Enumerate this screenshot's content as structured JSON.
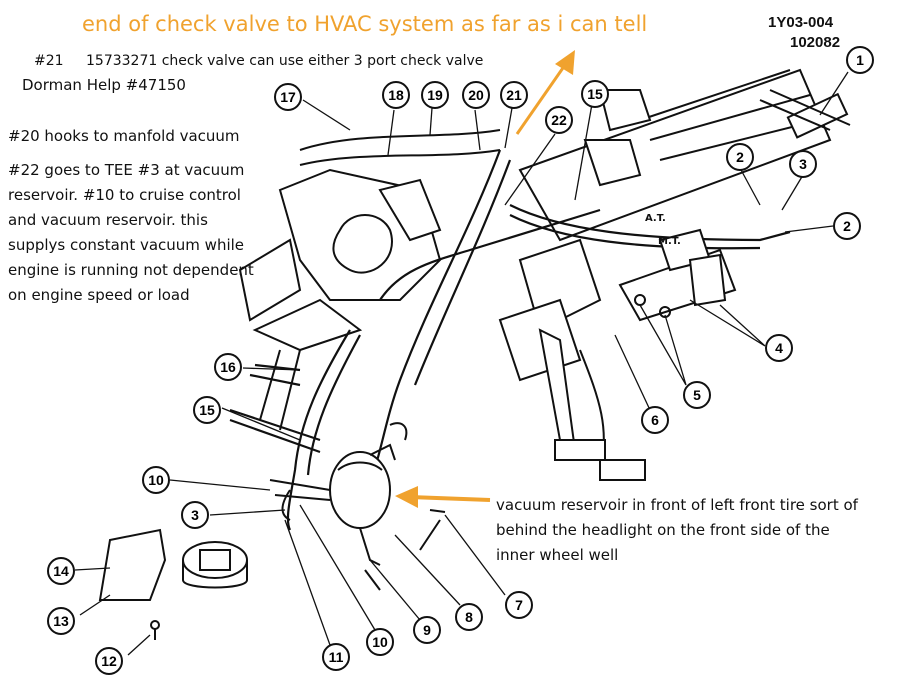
{
  "header": {
    "title": "end of check valve to HVAC system as far as i can tell",
    "code_line1": "1Y03-004",
    "code_line2": "102082",
    "part_num_label": "#21",
    "part_num_text": "15733271 check valve can use either  3 port check valve",
    "dorman": "Dorman Help #47150"
  },
  "notes": {
    "note_20": "#20 hooks to manfold vacuum",
    "note_22": [
      "#22 goes to TEE #3 at vacuum",
      "reservoir.  #10 to cruise control",
      "and vacuum reservoir. this",
      "supplys constant vacuum while",
      "engine is running not dependent",
      "on engine speed or load"
    ],
    "reservoir": [
      "vacuum reservoir in front of left front tire sort of",
      "behind the headlight on the front side of the",
      "inner wheel well"
    ]
  },
  "small_labels": {
    "at": "A.T.",
    "mt": "M.T."
  },
  "callouts": [
    "1",
    "2",
    "3",
    "2",
    "4",
    "5",
    "6",
    "7",
    "8",
    "9",
    "10",
    "10",
    "11",
    "12",
    "13",
    "14",
    "3",
    "15",
    "15",
    "16",
    "17",
    "18",
    "19",
    "20",
    "21",
    "22"
  ],
  "colors": {
    "annotation": "#f0a22e",
    "ink": "#111111"
  }
}
